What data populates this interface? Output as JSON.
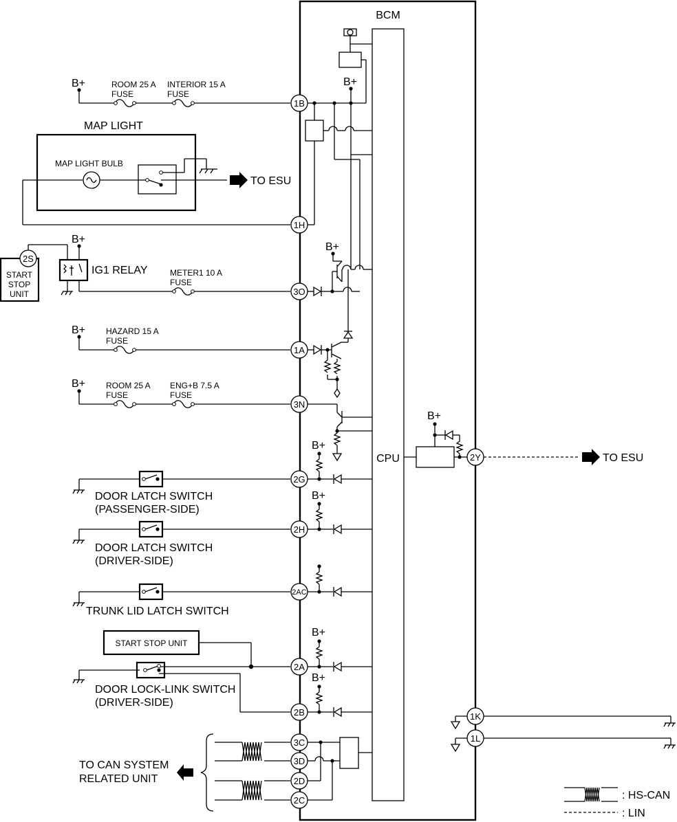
{
  "title": "BCM",
  "cpu_label": "CPU",
  "bplus": "B+",
  "to_esu": "TO ESU",
  "map_light": {
    "title": "MAP LIGHT",
    "bulb": "MAP LIGHT BULB"
  },
  "fuses": {
    "room25_top": [
      "ROOM 25 A",
      "FUSE"
    ],
    "interior15": [
      "INTERIOR 15 A",
      "FUSE"
    ],
    "meter1": [
      "METER1 10 A",
      "FUSE"
    ],
    "hazard15": [
      "HAZARD 15 A",
      "FUSE"
    ],
    "room25_mid": [
      "ROOM 25 A",
      "FUSE"
    ],
    "engb75": [
      "ENG+B 7.5 A",
      "FUSE"
    ]
  },
  "ig1_relay": "IG1 RELAY",
  "start_stop_unit_left": [
    "START",
    "STOP",
    "UNIT"
  ],
  "start_stop_unit_box": "START STOP UNIT",
  "switches": {
    "door_latch_passenger": [
      "DOOR LATCH SWITCH",
      "(PASSENGER-SIDE)"
    ],
    "door_latch_driver": [
      "DOOR LATCH SWITCH",
      "(DRIVER-SIDE)"
    ],
    "trunk_lid": [
      "TRUNK LID LATCH SWITCH"
    ],
    "door_lock_link": [
      "DOOR LOCK-LINK SWITCH",
      "(DRIVER-SIDE)"
    ]
  },
  "can_target": [
    "TO CAN SYSTEM",
    "RELATED UNIT"
  ],
  "pins": {
    "p1B": "1B",
    "p1H": "1H",
    "p2S": "2S",
    "p3O": "3O",
    "p1A": "1A",
    "p3N": "3N",
    "p2G": "2G",
    "p2H": "2H",
    "p2AC": "2AC",
    "p2A": "2A",
    "p2B": "2B",
    "p3C": "3C",
    "p3D": "3D",
    "p2D": "2D",
    "p2C": "2C",
    "p2Y": "2Y",
    "p1K": "1K",
    "p1L": "1L"
  },
  "legend": {
    "hs_can": ": HS-CAN",
    "lin": ": LIN"
  }
}
